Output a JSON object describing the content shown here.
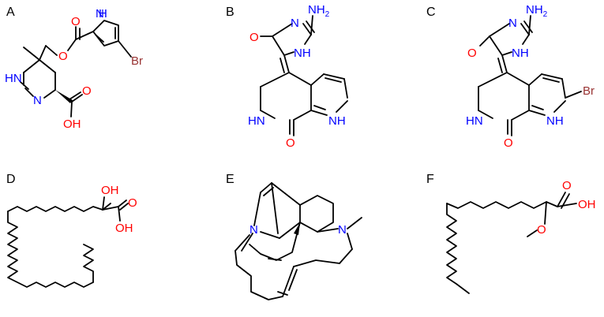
{
  "colors": {
    "oxygen": "#ff0000",
    "nitrogen": "#0000ff",
    "bromine": "#993333",
    "bond": "#000000"
  },
  "panels": [
    {
      "label": "A",
      "atoms": {
        "h1": "H",
        "n1": "N",
        "n1_nh": "HN",
        "n2": "N",
        "o1": "O",
        "o2": "O",
        "oh1": "OH",
        "br": "Br"
      }
    },
    {
      "label": "B",
      "atoms": {
        "nh2_n": "NH",
        "nh2_sub": "2",
        "n_ring": "N",
        "nh_ring": "NH",
        "o_top": "O",
        "pyrrole_nh": "NH",
        "hn_lactam": "HN",
        "o_lactam": "O"
      }
    },
    {
      "label": "C",
      "atoms": {
        "nh2_n": "NH",
        "nh2_sub": "2",
        "n_ring": "N",
        "nh_ring": "NH",
        "o_top": "O",
        "pyrrole_nh": "NH",
        "br": "Br",
        "hn_lactam": "HN",
        "o_lactam": "O"
      }
    },
    {
      "label": "D",
      "atoms": {
        "oh_top": "OH",
        "o_acid": "O",
        "oh_acid": "OH"
      }
    },
    {
      "label": "E",
      "atoms": {
        "n_left": "N",
        "n_right": "N"
      }
    },
    {
      "label": "F",
      "atoms": {
        "o_acid": "O",
        "oh_acid": "OH",
        "o_ether": "O"
      }
    }
  ]
}
